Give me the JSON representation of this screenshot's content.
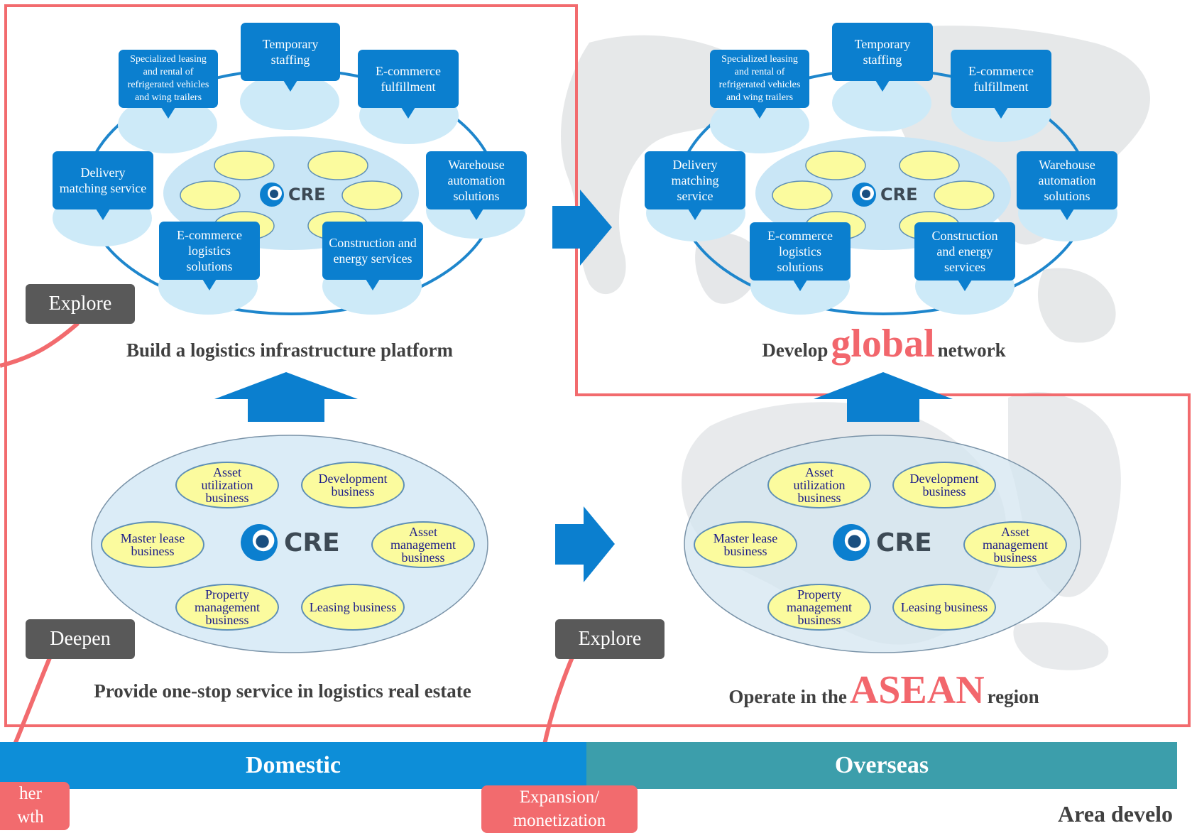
{
  "colors": {
    "red_frame": "#f26b6e",
    "bubble_blue": "#0b7fcf",
    "light_blue": "#cdeaf8",
    "yellow": "#fbfb9e",
    "domestic_band": "#0d8ed8",
    "overseas_band": "#3c9eab",
    "tag_gray": "#595959"
  },
  "logo_text": "CRE",
  "top_left": {
    "services": [
      "Specialized leasing\nand rental of\nrefrigerated vehicles\nand wing trailers",
      "Temporary\nstaffing",
      "E-commerce\nfulfillment",
      "Delivery\nmatching service",
      "Warehouse\nautomation\nsolutions",
      "E-commerce\nlogistics\nsolutions",
      "Construction and\nenergy services"
    ],
    "caption": "Build a logistics infrastructure platform"
  },
  "top_right": {
    "services": [
      "Specialized leasing\nand rental of\nrefrigerated vehicles\nand wing trailers",
      "Temporary\nstaffing",
      "E-commerce\nfulfillment",
      "Delivery\nmatching\nservice",
      "Warehouse\nautomation\nsolutions",
      "E-commerce\nlogistics\nsolutions",
      "Construction\nand energy\nservices"
    ],
    "caption_prefix": "Develop",
    "caption_highlight": "global",
    "caption_suffix": "network"
  },
  "bottom_left": {
    "businesses": [
      "Asset\nutilization\nbusiness",
      "Development\nbusiness",
      "Master lease\nbusiness",
      "Asset\nmanagement\nbusiness",
      "Property\nmanagement\nbusiness",
      "Leasing business"
    ],
    "caption": "Provide one-stop service in logistics real estate"
  },
  "bottom_right": {
    "businesses": [
      "Asset\nutilization\nbusiness",
      "Development\nbusiness",
      "Master lease\nbusiness",
      "Asset\nmanagement\nbusiness",
      "Property\nmanagement\nbusiness",
      "Leasing business"
    ],
    "caption_prefix": "Operate in the",
    "caption_highlight": "ASEAN",
    "caption_suffix": "region"
  },
  "tags": {
    "explore_top": "Explore",
    "deepen": "Deepen",
    "explore_bottom": "Explore"
  },
  "pills": {
    "further_growth": "her\nwth",
    "expansion": "Expansion/\nmonetization"
  },
  "bands": {
    "domestic": "Domestic",
    "overseas": "Overseas"
  },
  "area_label": "Area develo"
}
